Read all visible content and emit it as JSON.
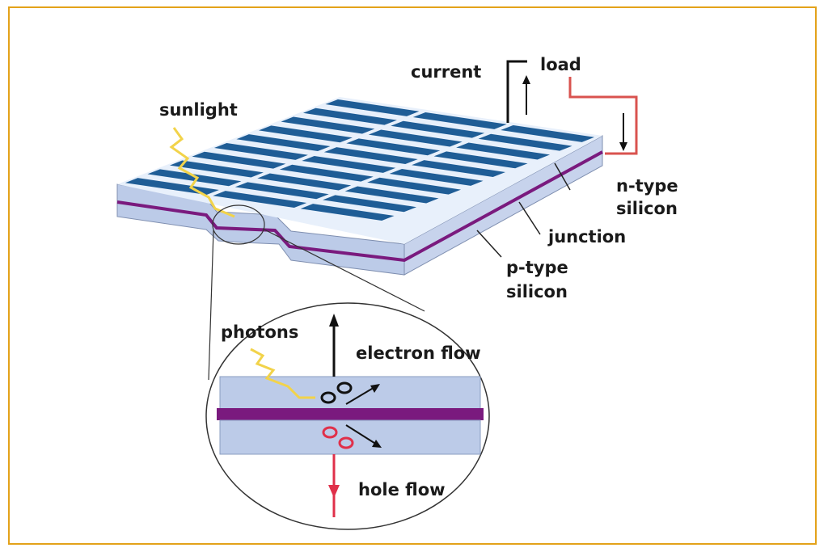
{
  "labels": {
    "sunlight": "sunlight",
    "current": "current",
    "load": "load",
    "n_type_1": "n-type",
    "n_type_2": "silicon",
    "junction": "junction",
    "p_type_1": "p-type",
    "p_type_2": "silicon",
    "photons": "photons",
    "electron_flow": "electron flow",
    "hole_flow": "hole flow"
  },
  "colors": {
    "frame": "#e3a21a",
    "cell": "#1f5d96",
    "silicon": "#bccbe8",
    "junction": "#7a1a7e",
    "load_wire": "#d9534f",
    "light": "#f2d34a"
  },
  "panel": {
    "cell_columns": 3,
    "cell_rows": 10
  }
}
